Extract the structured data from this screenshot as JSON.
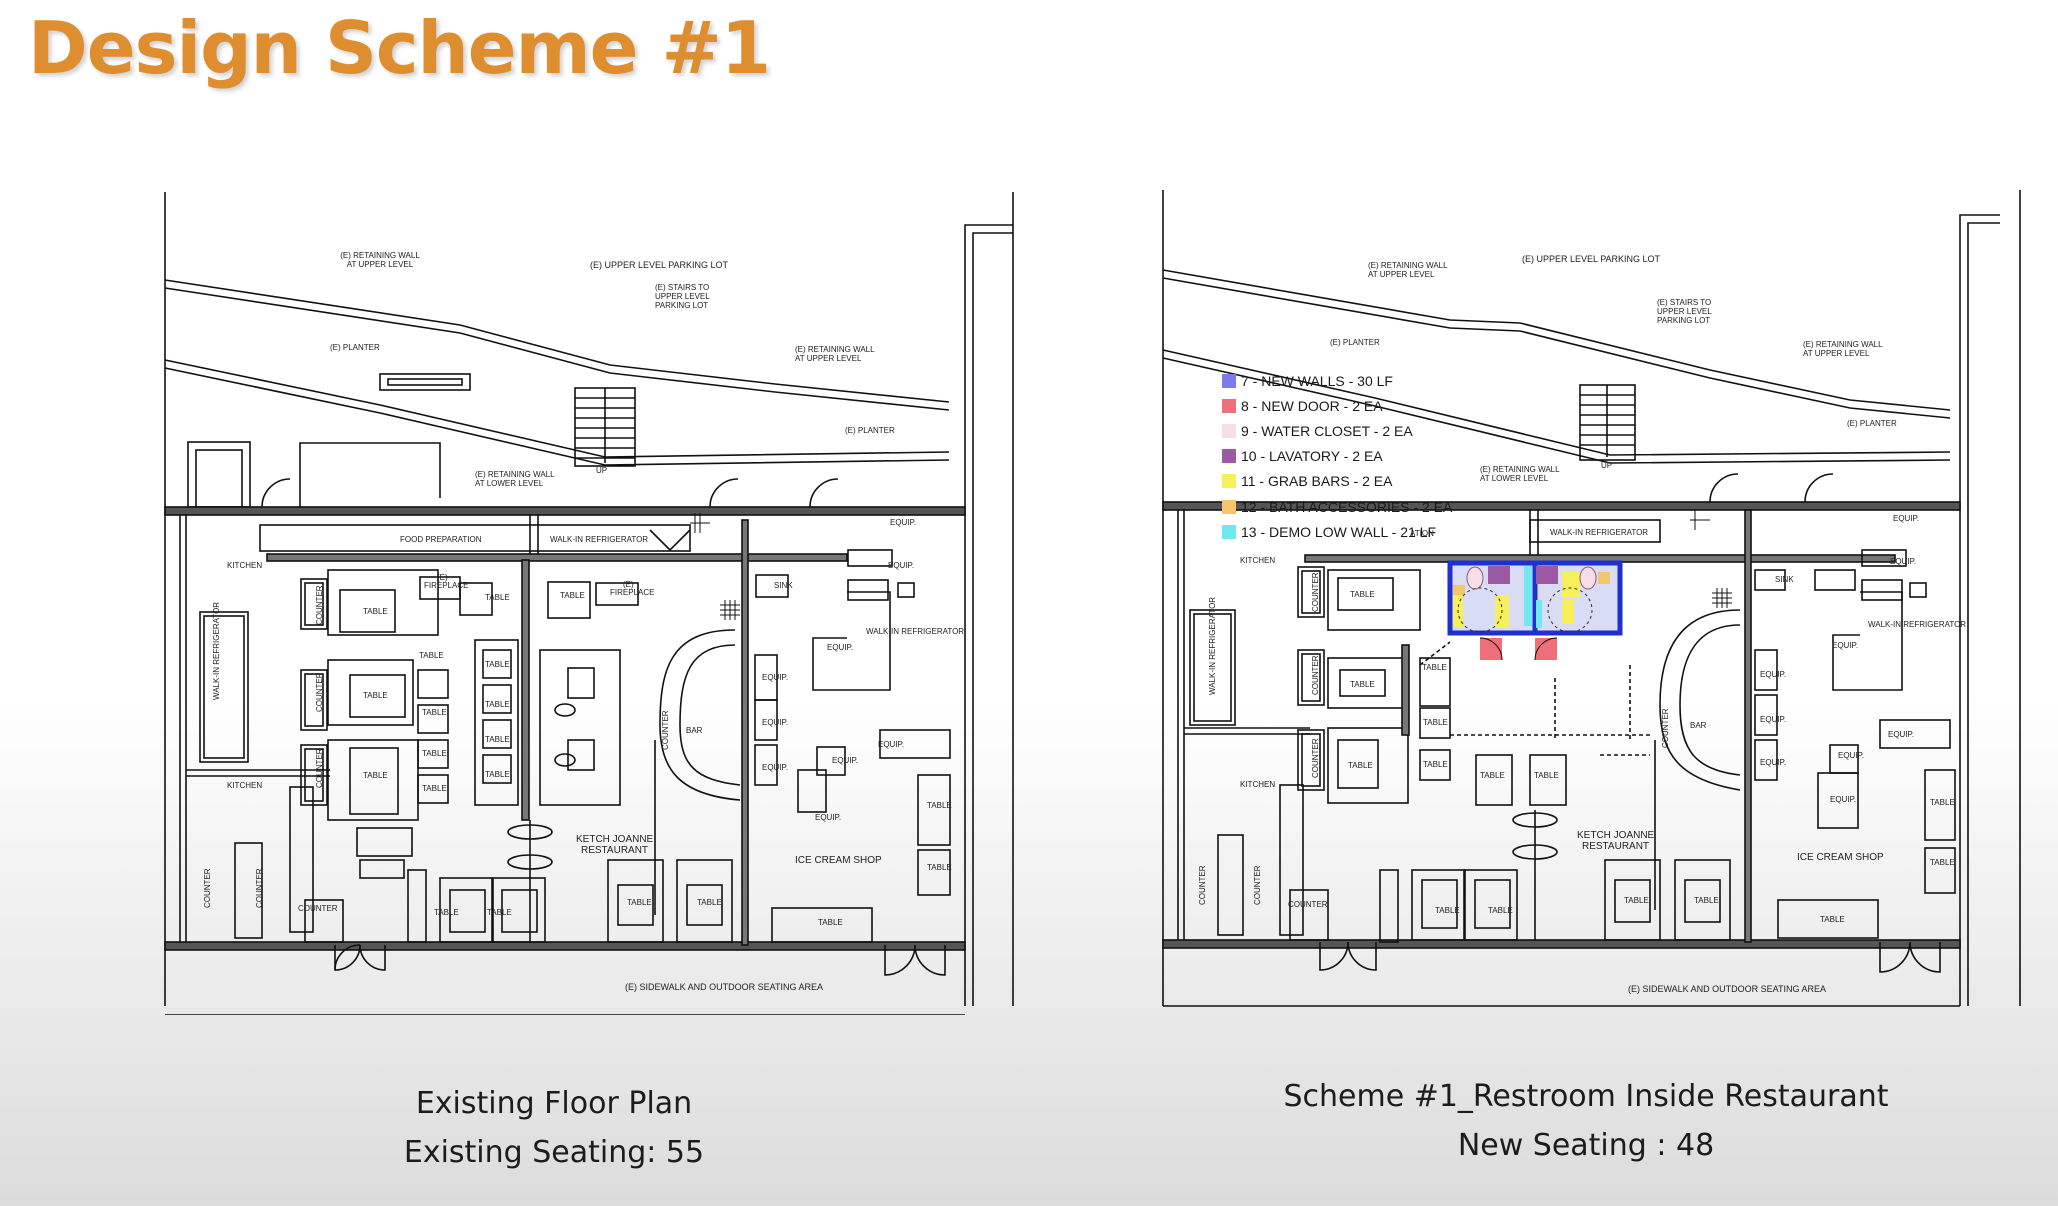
{
  "slide": {
    "title": "Design Scheme #1"
  },
  "existing_plan": {
    "caption_title": "Existing Floor Plan",
    "caption_seating": "Existing Seating: 55",
    "labels": {
      "upper_parking": "(E) UPPER LEVEL PARKING LOT",
      "retaining_upper": "(E) RETAINING WALL\nAT UPPER LEVEL",
      "retaining_upper_2": "(E) RETAINING WALL\nAT UPPER LEVEL",
      "retaining_lower": "(E) RETAINING WALL\nAT LOWER LEVEL",
      "stairs": "(E) STAIRS TO\nUPPER LEVEL\nPARKING LOT",
      "planter_1": "(E) PLANTER",
      "planter_2": "(E) PLANTER",
      "up": "UP",
      "food_prep": "FOOD PREPARATION",
      "walk_in_1": "WALK-IN REFRIGERATOR",
      "walk_in_2": "WALK-IN REFRIGERATOR",
      "walk_in_3": "WALK-IN REFRIGERATOR",
      "kitchen_1": "KITCHEN",
      "kitchen_2": "KITCHEN",
      "fireplace_1": "(E)\nFIREPLACE",
      "fireplace_2": "(E)\nFIREPLACE",
      "bar": "BAR",
      "restaurant": "KETCH JOANNE\nRESTAURANT",
      "ice_cream": "ICE CREAM SHOP",
      "sidewalk": "(E) SIDEWALK AND OUTDOOR SEATING AREA",
      "counter": "COUNTER",
      "equip": "EQUIP.",
      "sink": "SINK",
      "table": "TABLE"
    }
  },
  "scheme_plan": {
    "caption_title": "Scheme #1_Restroom Inside Restaurant",
    "caption_seating": "New Seating : 48",
    "legend": [
      {
        "label": "7 - NEW WALLS - 30 LF",
        "color": "#7b7bee"
      },
      {
        "label": "8 - NEW DOOR - 2 EA",
        "color": "#ee6f7a"
      },
      {
        "label": "9 - WATER CLOSET - 2 EA",
        "color": "#f6dde6"
      },
      {
        "label": "10 - LAVATORY - 2 EA",
        "color": "#9b5aa3"
      },
      {
        "label": "11 - GRAB BARS - 2 EA",
        "color": "#f7f05a"
      },
      {
        "label": "12 - BATH ACCESSORIES - 2 EA",
        "color": "#f3c56f"
      },
      {
        "label": "13 - DEMO LOW WALL - 21 LF",
        "color": "#6fe8ef"
      }
    ],
    "labels": {
      "upper_parking": "(E) UPPER LEVEL PARKING LOT",
      "retaining_upper": "(E) RETAINING WALL\nAT UPPER LEVEL",
      "retaining_upper_2": "(E) RETAINING WALL\nAT UPPER LEVEL",
      "retaining_lower": "(E) RETAINING WALL\nAT LOWER LEVEL",
      "stairs": "(E) STAIRS TO\nUPPER LEVEL\nPARKING LOT",
      "planter_1": "(E) PLANTER",
      "planter_2": "(E) PLANTER",
      "up": "UP",
      "food_prep": "ATION",
      "walk_in_1": "WALK-IN REFRIGERATOR",
      "walk_in_2": "WALK-IN REFRIGERATOR",
      "walk_in_3": "WALK-IN REFRIGERATOR",
      "kitchen_1": "KITCHEN",
      "kitchen_2": "KITCHEN",
      "bar": "BAR",
      "restaurant": "KETCH JOANNE\nRESTAURANT",
      "ice_cream": "ICE CREAM SHOP",
      "sidewalk": "(E) SIDEWALK AND OUTDOOR SEATING AREA",
      "counter": "COUNTER",
      "equip": "EQUIP.",
      "sink": "SINK",
      "table": "TABLE"
    }
  }
}
